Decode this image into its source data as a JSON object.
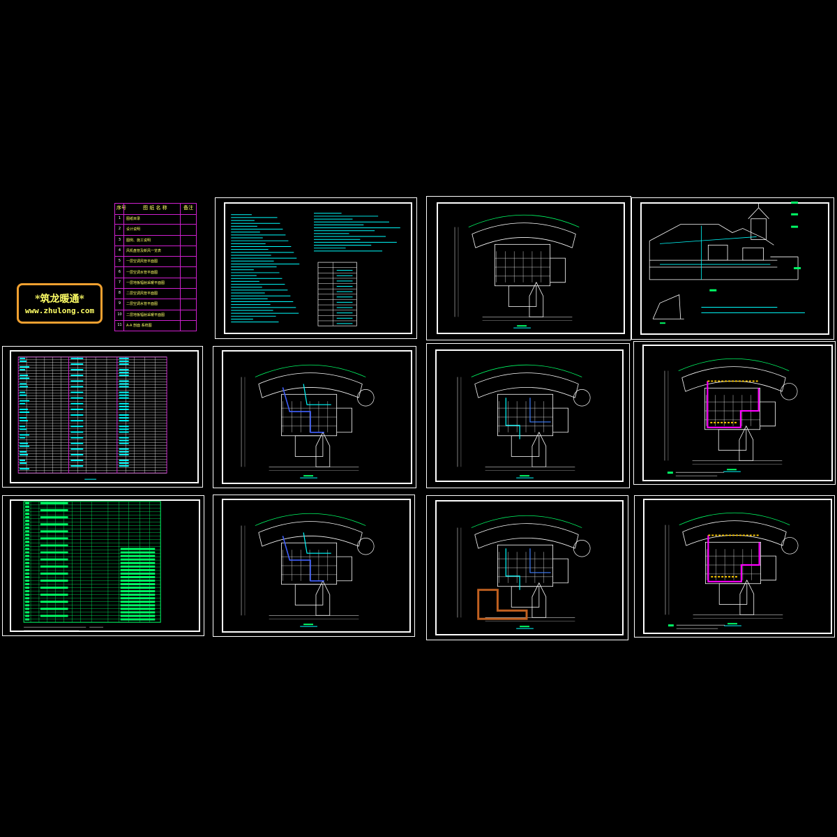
{
  "logo": {
    "title": "*筑龙暖通*",
    "url": "www.zhulong.com"
  },
  "drawing_index": {
    "header": {
      "num": "序号",
      "name": "图 纸 名 称",
      "remark": "备注"
    },
    "rows": [
      {
        "num": "1",
        "name": "图纸目录"
      },
      {
        "num": "2",
        "name": "设计说明"
      },
      {
        "num": "3",
        "name": "图例、施工说明"
      },
      {
        "num": "4",
        "name": "风机盘管及新风一览表"
      },
      {
        "num": "5",
        "name": "一层空调风管平面图"
      },
      {
        "num": "6",
        "name": "一层空调水管平面图"
      },
      {
        "num": "7",
        "name": "一层地板辐射采暖平面图"
      },
      {
        "num": "8",
        "name": "二层空调风管平面图"
      },
      {
        "num": "9",
        "name": "二层空调水管平面图"
      },
      {
        "num": "10",
        "name": "二层地板辐射采暖平面图"
      },
      {
        "num": "11",
        "name": "A-A 剖面 系统图"
      }
    ]
  },
  "colors": {
    "background": "#000000",
    "sheet_border": "#ffffff",
    "index_border": "#d020d0",
    "logo_border": "#f0a030",
    "logo_text": "#ffff66",
    "text_cyan": "#00ffff",
    "table_green": "#00ff66",
    "pipe_magenta": "#ff00ff"
  }
}
